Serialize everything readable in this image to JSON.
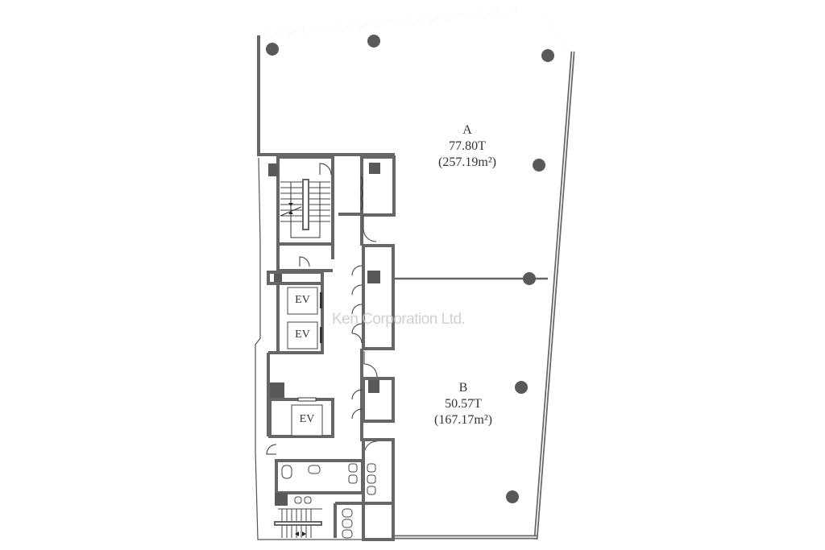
{
  "diagram": {
    "type": "floor-plan",
    "background": "#ffffff",
    "wall_color": "#666666",
    "column_color": "#595959",
    "watermark": "Ken Corporation Ltd.",
    "units": [
      {
        "name": "A",
        "tsubo": "77.80T",
        "area": "(257.19m²)"
      },
      {
        "name": "B",
        "tsubo": "50.57T",
        "area": "(167.17m²)"
      }
    ],
    "elevators": [
      {
        "label": "EV"
      },
      {
        "label": "EV"
      },
      {
        "label": "EV"
      }
    ]
  }
}
